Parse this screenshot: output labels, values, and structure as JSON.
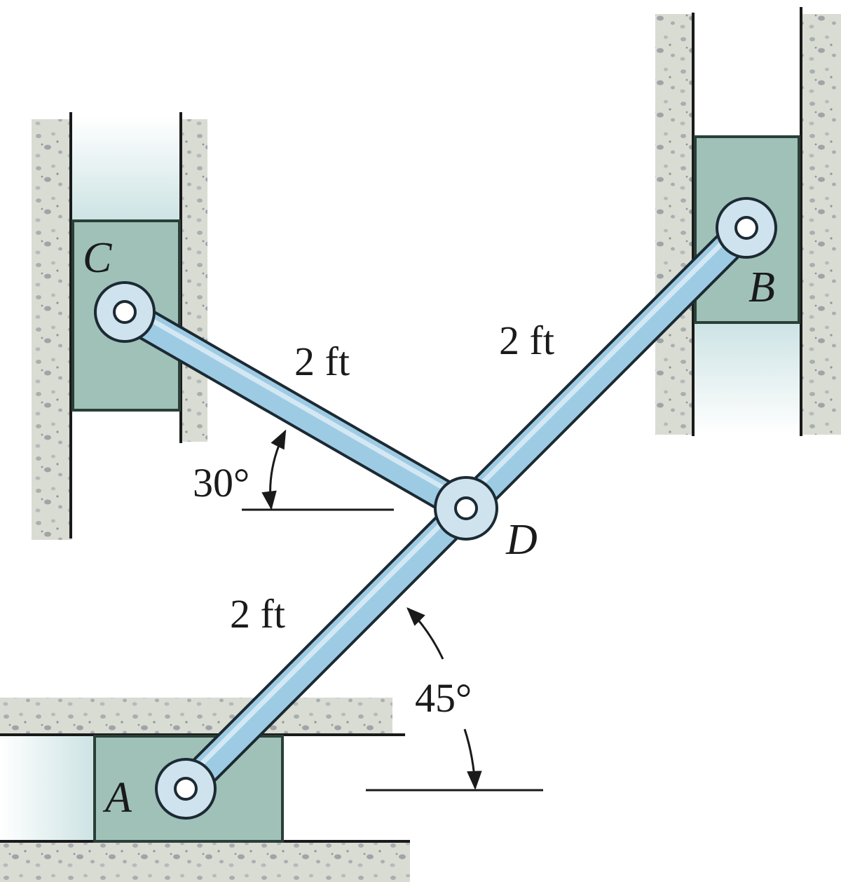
{
  "colors": {
    "background": "#ffffff",
    "ground": "#d9dcd3",
    "pebble": "#a9aeb0",
    "slot": "#e8f1f3",
    "block": "#9fc1b8",
    "block_edge": "#2a3f37",
    "link": "#9ecbe4",
    "link_edge": "#1c2a33",
    "pin": "#cfe3ee"
  },
  "points": {
    "A": "A",
    "B": "B",
    "C": "C",
    "D": "D"
  },
  "dimensions": {
    "cd": "2 ft",
    "db": "2 ft",
    "ad": "2 ft"
  },
  "angles": {
    "cd": "30°",
    "ad": "45°"
  }
}
